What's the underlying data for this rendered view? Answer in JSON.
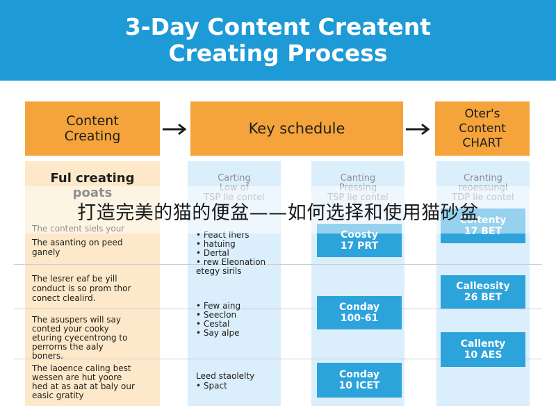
{
  "header": {
    "title_line1": "3-Day Content Creatent",
    "title_line2": "Creating Process"
  },
  "top_boxes": {
    "box1_line1": "Content",
    "box1_line2": "Creating",
    "box2": "Key schedule",
    "box3_line1": "Oter's",
    "box3_line2": "Content",
    "box3_line3": "CHART"
  },
  "col1": {
    "title_line1": "Ful creating",
    "title_line2": "poats",
    "sub": "The content siels your",
    "row1": [
      "The asanting on peed",
      "ganely"
    ],
    "row2": [
      "The lesrer eaf be yill",
      "conduct is so prom thor",
      "conect clealird."
    ],
    "row3": [
      "The asuspers will say",
      "conted your cooky",
      "eturing cyecentrong to",
      "perrorns the aaly",
      "boners."
    ],
    "row4": [
      "The laoence caling best",
      "wessen are hut yoore",
      "hed at as aat at baly our",
      "easic gratity"
    ]
  },
  "col2": {
    "head_line1": "Carting",
    "head_line2": "Low of",
    "head_line3": "TSP lie contel",
    "list1": [
      "• Feact lhers",
      "• hatuing",
      "• Dertal",
      "• rew Eleonation",
      "etegy sirils"
    ],
    "list2": [
      "• Few aing",
      "• Seeclon",
      "• Cestal",
      "• Say alpe"
    ],
    "list3": [
      "Leed staolelty",
      "• Spact"
    ]
  },
  "col3": {
    "head_line1": "Canting",
    "head_line2": "Pressing",
    "head_line3": "TSP lie contel",
    "box1": [
      "Coosty",
      "17 PRT"
    ],
    "box2": [
      "Conday",
      "100-61"
    ],
    "box3": [
      "Conday",
      "10 ICET"
    ]
  },
  "col4": {
    "head_line1": "Cranting",
    "head_line2": "reoessungl",
    "head_line3": "TDP lie contel",
    "box0": [
      "Coltenty",
      "17 BET"
    ],
    "box1": [
      "Calleosity",
      "26 BET"
    ],
    "box2": [
      "Callenty",
      "10 AES"
    ]
  },
  "overlay": {
    "text": "打造完美的猫的便盆——如何选择和使用猫砂盆"
  },
  "colors": {
    "header_bg": "#1e9ad6",
    "orange": "#f4a43a",
    "blue_box": "#2da3dc",
    "col_cream": "#fde9c9",
    "col_blue": "#dbeefb"
  }
}
